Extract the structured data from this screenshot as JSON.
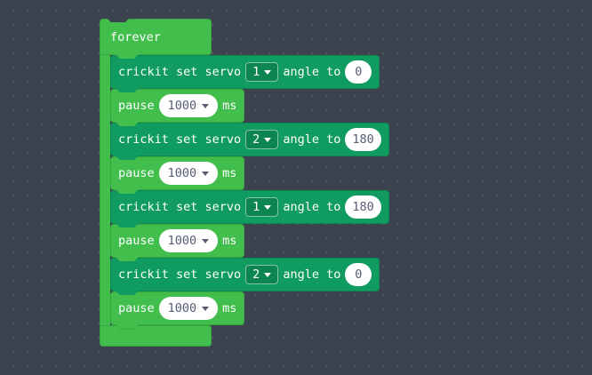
{
  "workspace": {
    "background_color": "#3C434E",
    "grid_dot_color": "#4C5564"
  },
  "palette": {
    "loops_green": "#41BE4C",
    "crickit_green": "#109C60",
    "dropdown_green": "#0C8551",
    "field_text_color": "#575E75",
    "block_text_color": "#FFFFFF"
  },
  "forever_block": {
    "label": "forever"
  },
  "blocks": [
    {
      "kind": "crickit",
      "text_prefix": "crickit set servo",
      "servo": "1",
      "text_middle": "angle to",
      "angle": "0"
    },
    {
      "kind": "pause",
      "text_prefix": "pause",
      "duration": "1000",
      "text_suffix": "ms"
    },
    {
      "kind": "crickit",
      "text_prefix": "crickit set servo",
      "servo": "2",
      "text_middle": "angle to",
      "angle": "180"
    },
    {
      "kind": "pause",
      "text_prefix": "pause",
      "duration": "1000",
      "text_suffix": "ms"
    },
    {
      "kind": "crickit",
      "text_prefix": "crickit set servo",
      "servo": "1",
      "text_middle": "angle to",
      "angle": "180"
    },
    {
      "kind": "pause",
      "text_prefix": "pause",
      "duration": "1000",
      "text_suffix": "ms"
    },
    {
      "kind": "crickit",
      "text_prefix": "crickit set servo",
      "servo": "2",
      "text_middle": "angle to",
      "angle": "0"
    },
    {
      "kind": "pause",
      "text_prefix": "pause",
      "duration": "1000",
      "text_suffix": "ms"
    }
  ],
  "icons": {
    "dropdown_arrow": "chevron-down"
  }
}
